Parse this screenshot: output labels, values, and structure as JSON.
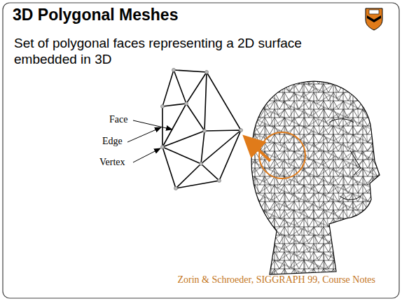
{
  "diagram": {
    "title": "3D Polygonal Meshes",
    "labels": [
      "Set of polygonal faces representing a 2D surface embedded in 3D",
      "Face",
      "Edge",
      "Vertex"
    ],
    "caption": "Zorin & Schroeder, SIGGRAPH 99, Course Notes"
  }
}
